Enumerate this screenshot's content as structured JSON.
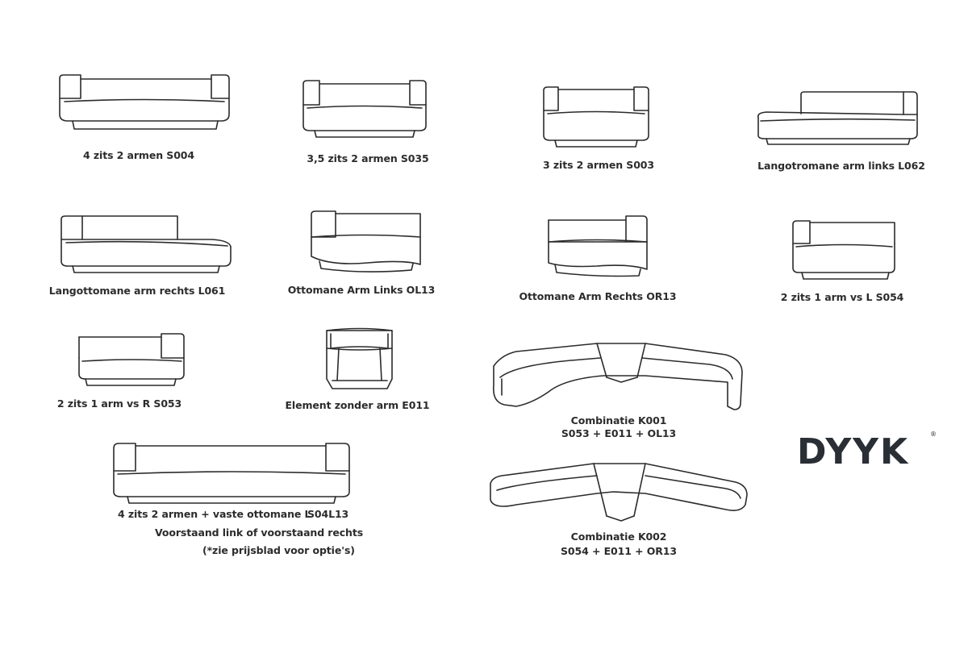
{
  "items": [
    {
      "name": "4 zits 2 armen S004"
    },
    {
      "name": "3,5 zits 2 armen S035"
    },
    {
      "name": "3 zits 2 armen S003"
    },
    {
      "name": "Langotromane arm links L062"
    },
    {
      "name": "Langottomane arm rechts L061"
    },
    {
      "name": "Ottomane Arm Links OL13"
    },
    {
      "name": "Ottomane Arm Rechts OR13"
    },
    {
      "name": "2 zits 1 arm vs L S054"
    },
    {
      "name": "2 zits 1 arm vs R S053"
    },
    {
      "name": "Element zonder arm E011"
    }
  ],
  "special": {
    "name": "4 zits 2 armen + vaste ottomane L",
    "code": "S04L13",
    "note1": "Voorstaand link of voorstaand rechts",
    "note2": "(*zie prijsblad voor optie's)"
  },
  "combinations": [
    {
      "title": "Combinatie K001",
      "parts": "S053 + E011 + OL13"
    },
    {
      "title": "Combinatie K002",
      "parts": "S054 + E011 + OR13"
    }
  ],
  "brand": {
    "logo": "DYYK",
    "reg": "®",
    "color": "#2a2e35"
  }
}
